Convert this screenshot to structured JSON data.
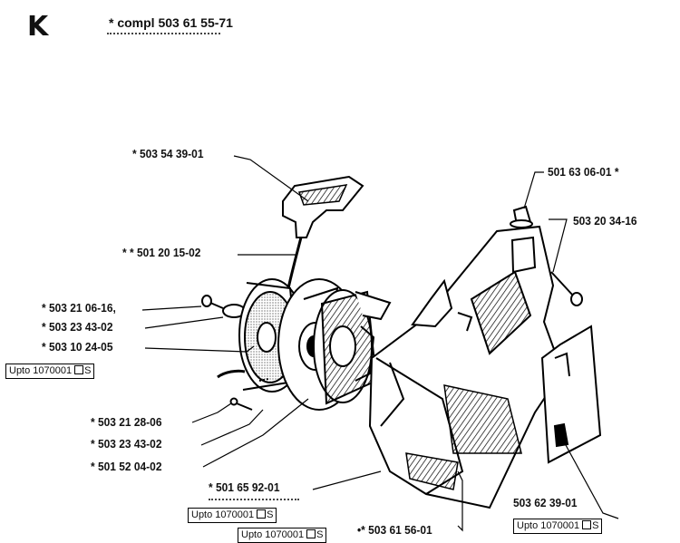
{
  "section": {
    "letter": "K",
    "note": "* compl 503 61 55-71"
  },
  "labels": {
    "handle": "* 503 54 39-01",
    "rope": "* * 501 20 15-02",
    "screw_center": "* 503 21 06-16,",
    "washer": "* 503 23 43-02",
    "spring": "* 503 10 24-05",
    "screw_small": "* 503 21 28-06",
    "washer2": "* 503 23 43-02",
    "pulley": "* 501 52 04-02",
    "cover_screw": "* 501 65 92-01",
    "housing": "•* 503 61 56-01",
    "grommet": "501 63 06-01 *",
    "screw_side": "503 20 34-16",
    "decal": "503 62 39-01"
  },
  "badges": {
    "b1": "Upto 1070001",
    "b2": "Upto 1070001",
    "b3": "Upto 1070001",
    "b4": "Upto 1070001",
    "suffix": "S"
  }
}
